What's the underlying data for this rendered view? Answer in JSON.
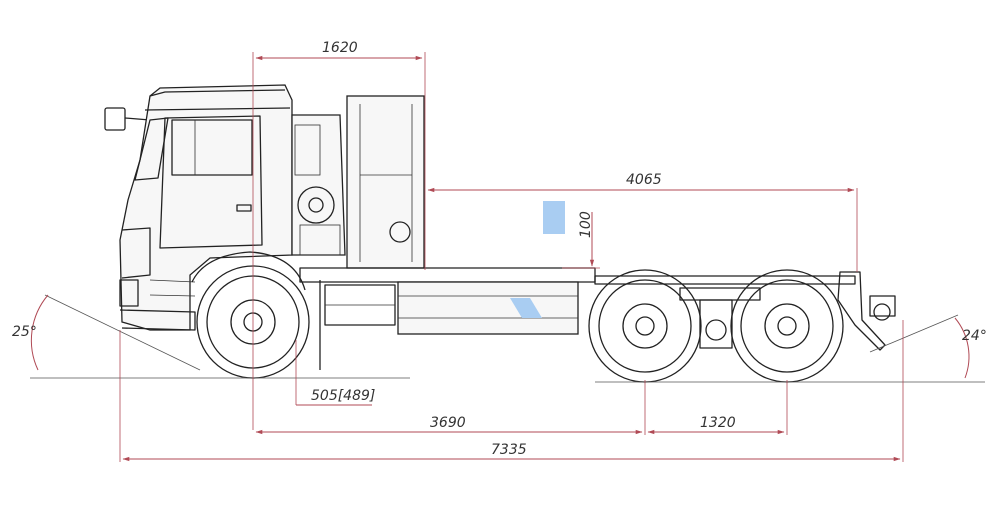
{
  "dimensions": {
    "cab_to_frame_front": "1620",
    "frame_rear_length": "4065",
    "fifth_wheel_height": "100",
    "front_axle_offset": "505[489]",
    "wheelbase_front_to_bogie": "3690",
    "bogie_spacing": "1320",
    "overall_length": "7335"
  },
  "angles": {
    "approach_angle": "25°",
    "departure_angle": "24°"
  },
  "colors": {
    "dimension_line": "#b04a55",
    "outline": "#222222",
    "marker": "#a9cdf2"
  }
}
